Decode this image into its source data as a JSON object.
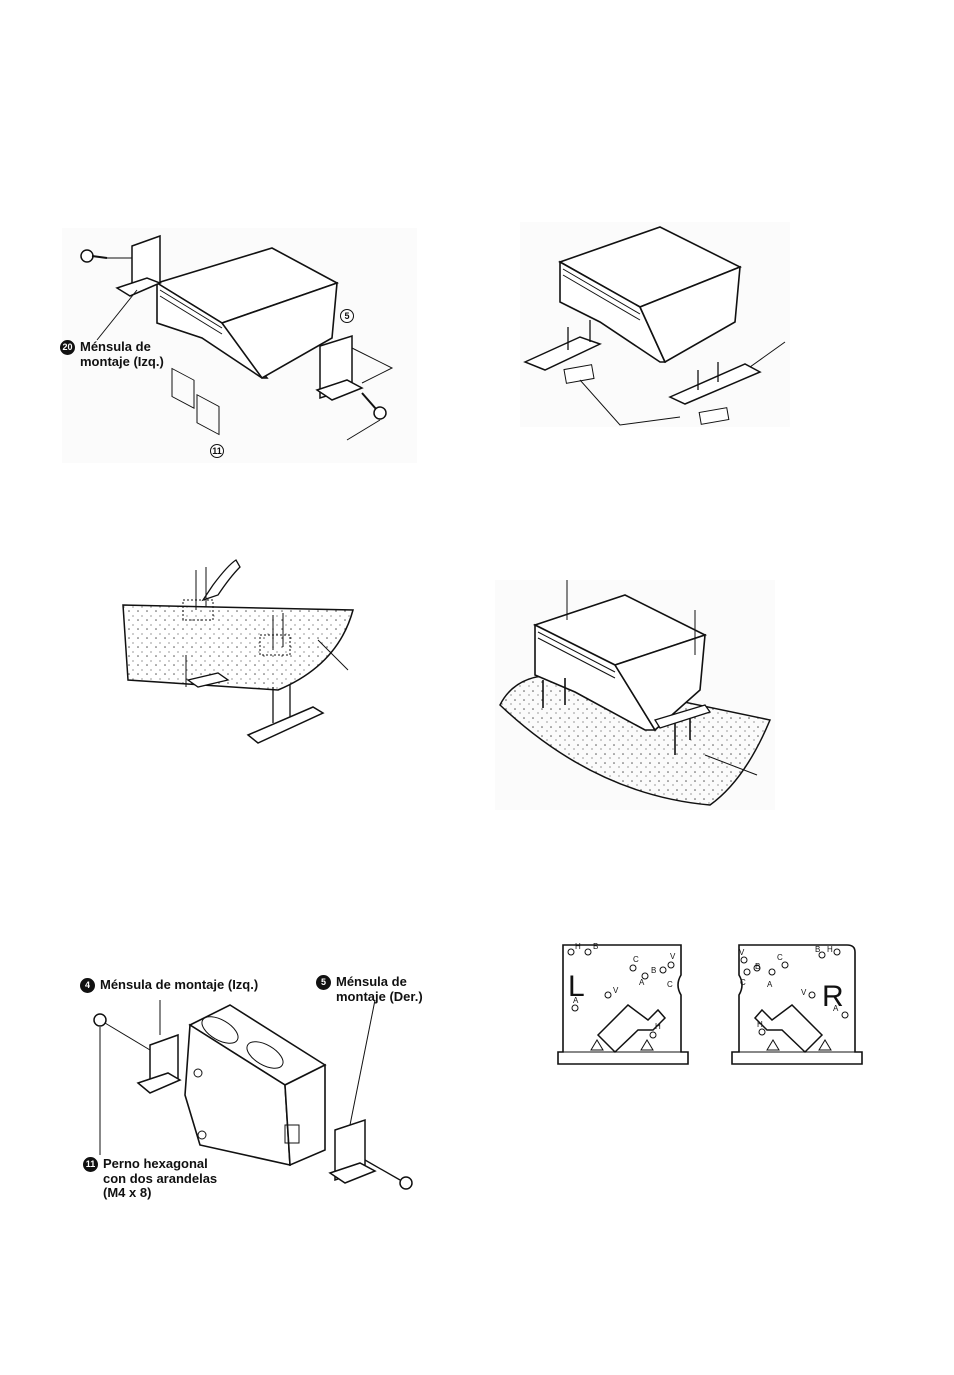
{
  "figure1": {
    "label_left_num": "20",
    "label_left_line1": "Ménsula de",
    "label_left_line2": "montaje (Izq.)",
    "callout_right_num": "5",
    "callout_bottom_num": "11"
  },
  "figure5": {
    "label_top_left_num": "4",
    "label_top_left": "Ménsula de montaje (Izq.)",
    "label_top_right_num": "5",
    "label_top_right_line1": "Ménsula de",
    "label_top_right_line2": "montaje (Der.)",
    "label_bottom_num": "11",
    "label_bottom_line1": "Perno hexagonal",
    "label_bottom_line2": "con dos arandelas",
    "label_bottom_line3": "(M4 x 8)"
  },
  "brackets": {
    "left_letter": "L",
    "right_letter": "R",
    "left_holes": [
      "H",
      "B",
      "C",
      "B",
      "V",
      "A",
      "C",
      "V",
      "A",
      "H"
    ],
    "right_holes": [
      "V",
      "B",
      "H",
      "C",
      "B",
      "C",
      "A",
      "V",
      "H",
      "A"
    ]
  },
  "colors": {
    "ink": "#111111",
    "paper": "#ffffff",
    "stipple": "#555555"
  }
}
